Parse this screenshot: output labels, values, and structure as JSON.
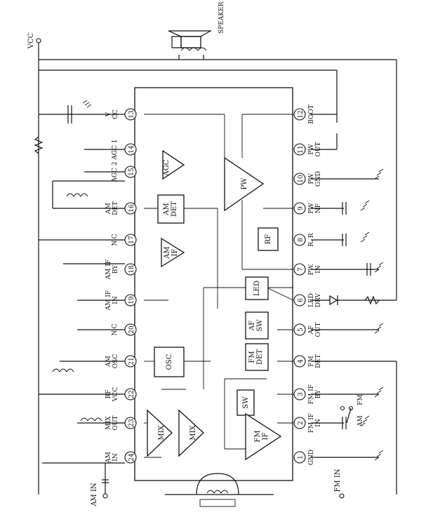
{
  "speaker_label": "SPEAKER",
  "vcc_label": "VCC",
  "am_in_label": "AM IN",
  "fm_in_label": "FM IN",
  "switch_labels": [
    "AM",
    "FM"
  ],
  "blocks": {
    "agc": "AGC",
    "am_det": [
      "AM",
      "DET"
    ],
    "pw": "PW",
    "rf": "RF",
    "am_if": [
      "AM",
      "IF"
    ],
    "led": "LED",
    "af_sw": [
      "AF",
      "SW"
    ],
    "fm_det": [
      "FM",
      "DET"
    ],
    "osc": "OSC",
    "sw": "SW",
    "mix1": "MIX",
    "mix2": "MIX",
    "fm_if": [
      "FM",
      "IF"
    ]
  },
  "pins_left": [
    {
      "num": "13",
      "label": [
        "V",
        "CC"
      ]
    },
    {
      "num": "14",
      "label": [
        "AGC 1"
      ]
    },
    {
      "num": "15",
      "label": [
        "AGC 2"
      ]
    },
    {
      "num": "16",
      "label": [
        "AM",
        "DET"
      ]
    },
    {
      "num": "17",
      "label": [
        "N.C"
      ]
    },
    {
      "num": "18",
      "label": [
        "AM IF",
        "BY"
      ]
    },
    {
      "num": "19",
      "label": [
        "AM IF",
        "IN"
      ]
    },
    {
      "num": "20",
      "label": [
        "N.C"
      ]
    },
    {
      "num": "21",
      "label": [
        "AM",
        "OSC"
      ]
    },
    {
      "num": "22",
      "label": [
        "RF",
        "VCC"
      ]
    },
    {
      "num": "23",
      "label": [
        "MIX",
        "OUT"
      ]
    },
    {
      "num": "24",
      "label": [
        "AM",
        "IN"
      ]
    }
  ],
  "pins_right": [
    {
      "num": "12",
      "label": [
        "BOOT"
      ]
    },
    {
      "num": "11",
      "label": [
        "PW",
        "OUT"
      ]
    },
    {
      "num": "10",
      "label": [
        "PW",
        "GND"
      ]
    },
    {
      "num": "9",
      "label": [
        "PW",
        "NF"
      ]
    },
    {
      "num": "8",
      "label": [
        "R. R"
      ]
    },
    {
      "num": "7",
      "label": [
        "PW.",
        "IN"
      ]
    },
    {
      "num": "6",
      "label": [
        "LED",
        "DRV"
      ]
    },
    {
      "num": "5",
      "label": [
        "AF",
        "OUT"
      ]
    },
    {
      "num": "4",
      "label": [
        "FM",
        "DET"
      ]
    },
    {
      "num": "3",
      "label": [
        "FM IF",
        "BY"
      ]
    },
    {
      "num": "2",
      "label": [
        "FM IF",
        "IN"
      ]
    },
    {
      "num": "1",
      "label": [
        "GND"
      ]
    }
  ]
}
